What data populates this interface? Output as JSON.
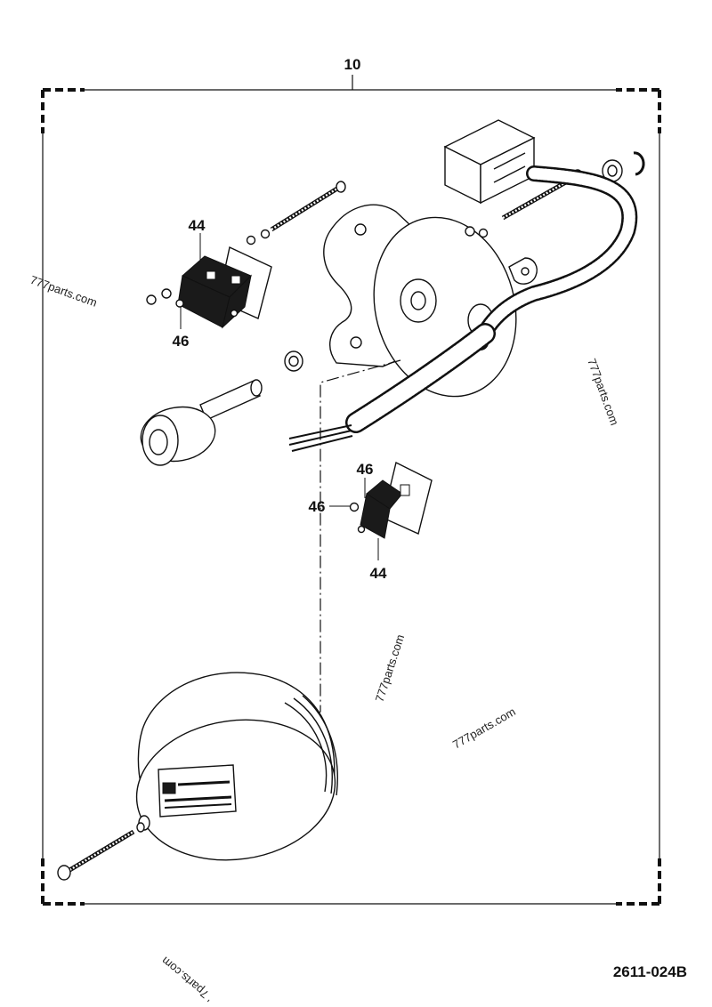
{
  "assembly_label": "10",
  "callouts": {
    "upper_switch_part": "44",
    "upper_switch_screw": "46",
    "lower_switch_screw_top": "46",
    "lower_switch_screw_left": "46",
    "lower_switch_part": "44"
  },
  "watermarks": [
    "777parts.com",
    "777parts.com",
    "777parts.com",
    "777parts.com",
    "' 7parts.com"
  ],
  "document_number": "2611-024B",
  "colors": {
    "ink": "#111111",
    "background": "#ffffff"
  }
}
